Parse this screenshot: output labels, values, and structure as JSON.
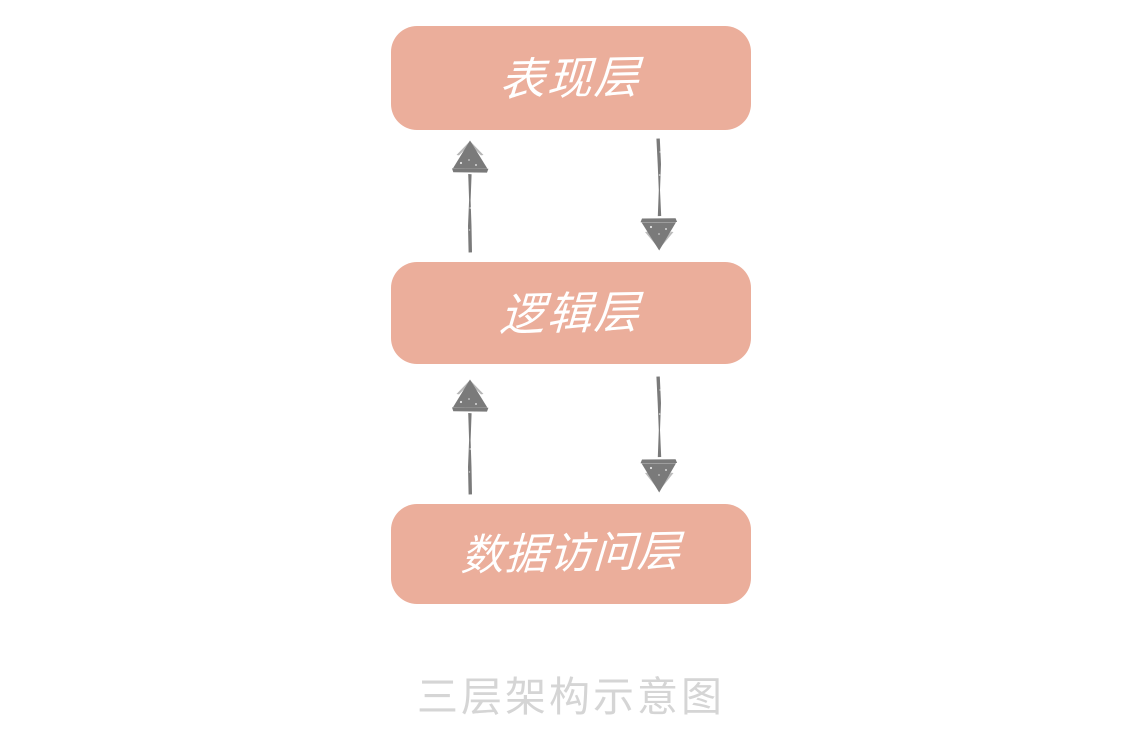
{
  "diagram": {
    "title": "三层架构示意图",
    "caption": "三层架构示意图",
    "background_color": "#ffffff",
    "box_color": "#ebae9b",
    "box_text_color": "#ffffff",
    "arrow_color": "#7a7a7a",
    "caption_color": "#d5d5d5",
    "layers": [
      {
        "label": "表现层"
      },
      {
        "label": "逻辑层"
      },
      {
        "label": "数据访问层"
      }
    ],
    "connectors": [
      {
        "between": "表现层 / 逻辑层",
        "up_arrow_label": "向上箭头",
        "down_arrow_label": "向下箭头"
      },
      {
        "between": "逻辑层 / 数据访问层",
        "up_arrow_label": "向上箭头",
        "down_arrow_label": "向下箭头"
      }
    ]
  }
}
